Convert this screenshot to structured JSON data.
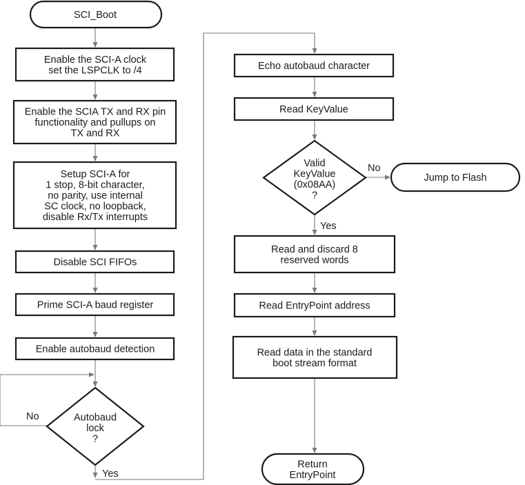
{
  "flowchart": {
    "nodes": {
      "sci_boot": {
        "lines": [
          "SCI_Boot"
        ]
      },
      "enable_clock": {
        "lines": [
          "Enable the SCI-A clock",
          "set the LSPCLK to /4"
        ]
      },
      "enable_pins": {
        "lines": [
          "Enable the SCIA TX and RX pin",
          "functionality and pullups on",
          "TX and RX"
        ]
      },
      "setup_scia": {
        "lines": [
          "Setup SCI-A for",
          "1 stop, 8-bit character,",
          "no parity, use internal",
          "SC clock, no loopback,",
          "disable Rx/Tx interrupts"
        ]
      },
      "disable_fifos": {
        "lines": [
          "Disable SCI FIFOs"
        ]
      },
      "prime_baud": {
        "lines": [
          "Prime SCI-A baud register"
        ]
      },
      "enable_autobaud": {
        "lines": [
          "Enable autobaud detection"
        ]
      },
      "autobaud_lock": {
        "lines": [
          "Autobaud",
          "lock",
          "?"
        ]
      },
      "echo_autobaud": {
        "lines": [
          "Echo autobaud character"
        ]
      },
      "read_keyvalue": {
        "lines": [
          "Read KeyValue"
        ]
      },
      "valid_keyvalue": {
        "lines": [
          "Valid",
          "KeyValue",
          "(0x08AA)",
          "?"
        ]
      },
      "jump_flash": {
        "lines": [
          "Jump to Flash"
        ]
      },
      "read_discard": {
        "lines": [
          "Read and discard 8",
          "reserved words"
        ]
      },
      "read_entrypoint": {
        "lines": [
          "Read EntryPoint address"
        ]
      },
      "read_data": {
        "lines": [
          "Read data in the standard",
          "boot stream format"
        ]
      },
      "return_entrypoint": {
        "lines": [
          "Return",
          "EntryPoint"
        ]
      }
    },
    "edge_labels": {
      "autobaud_no": "No",
      "autobaud_yes": "Yes",
      "valid_no": "No",
      "valid_yes": "Yes"
    }
  }
}
